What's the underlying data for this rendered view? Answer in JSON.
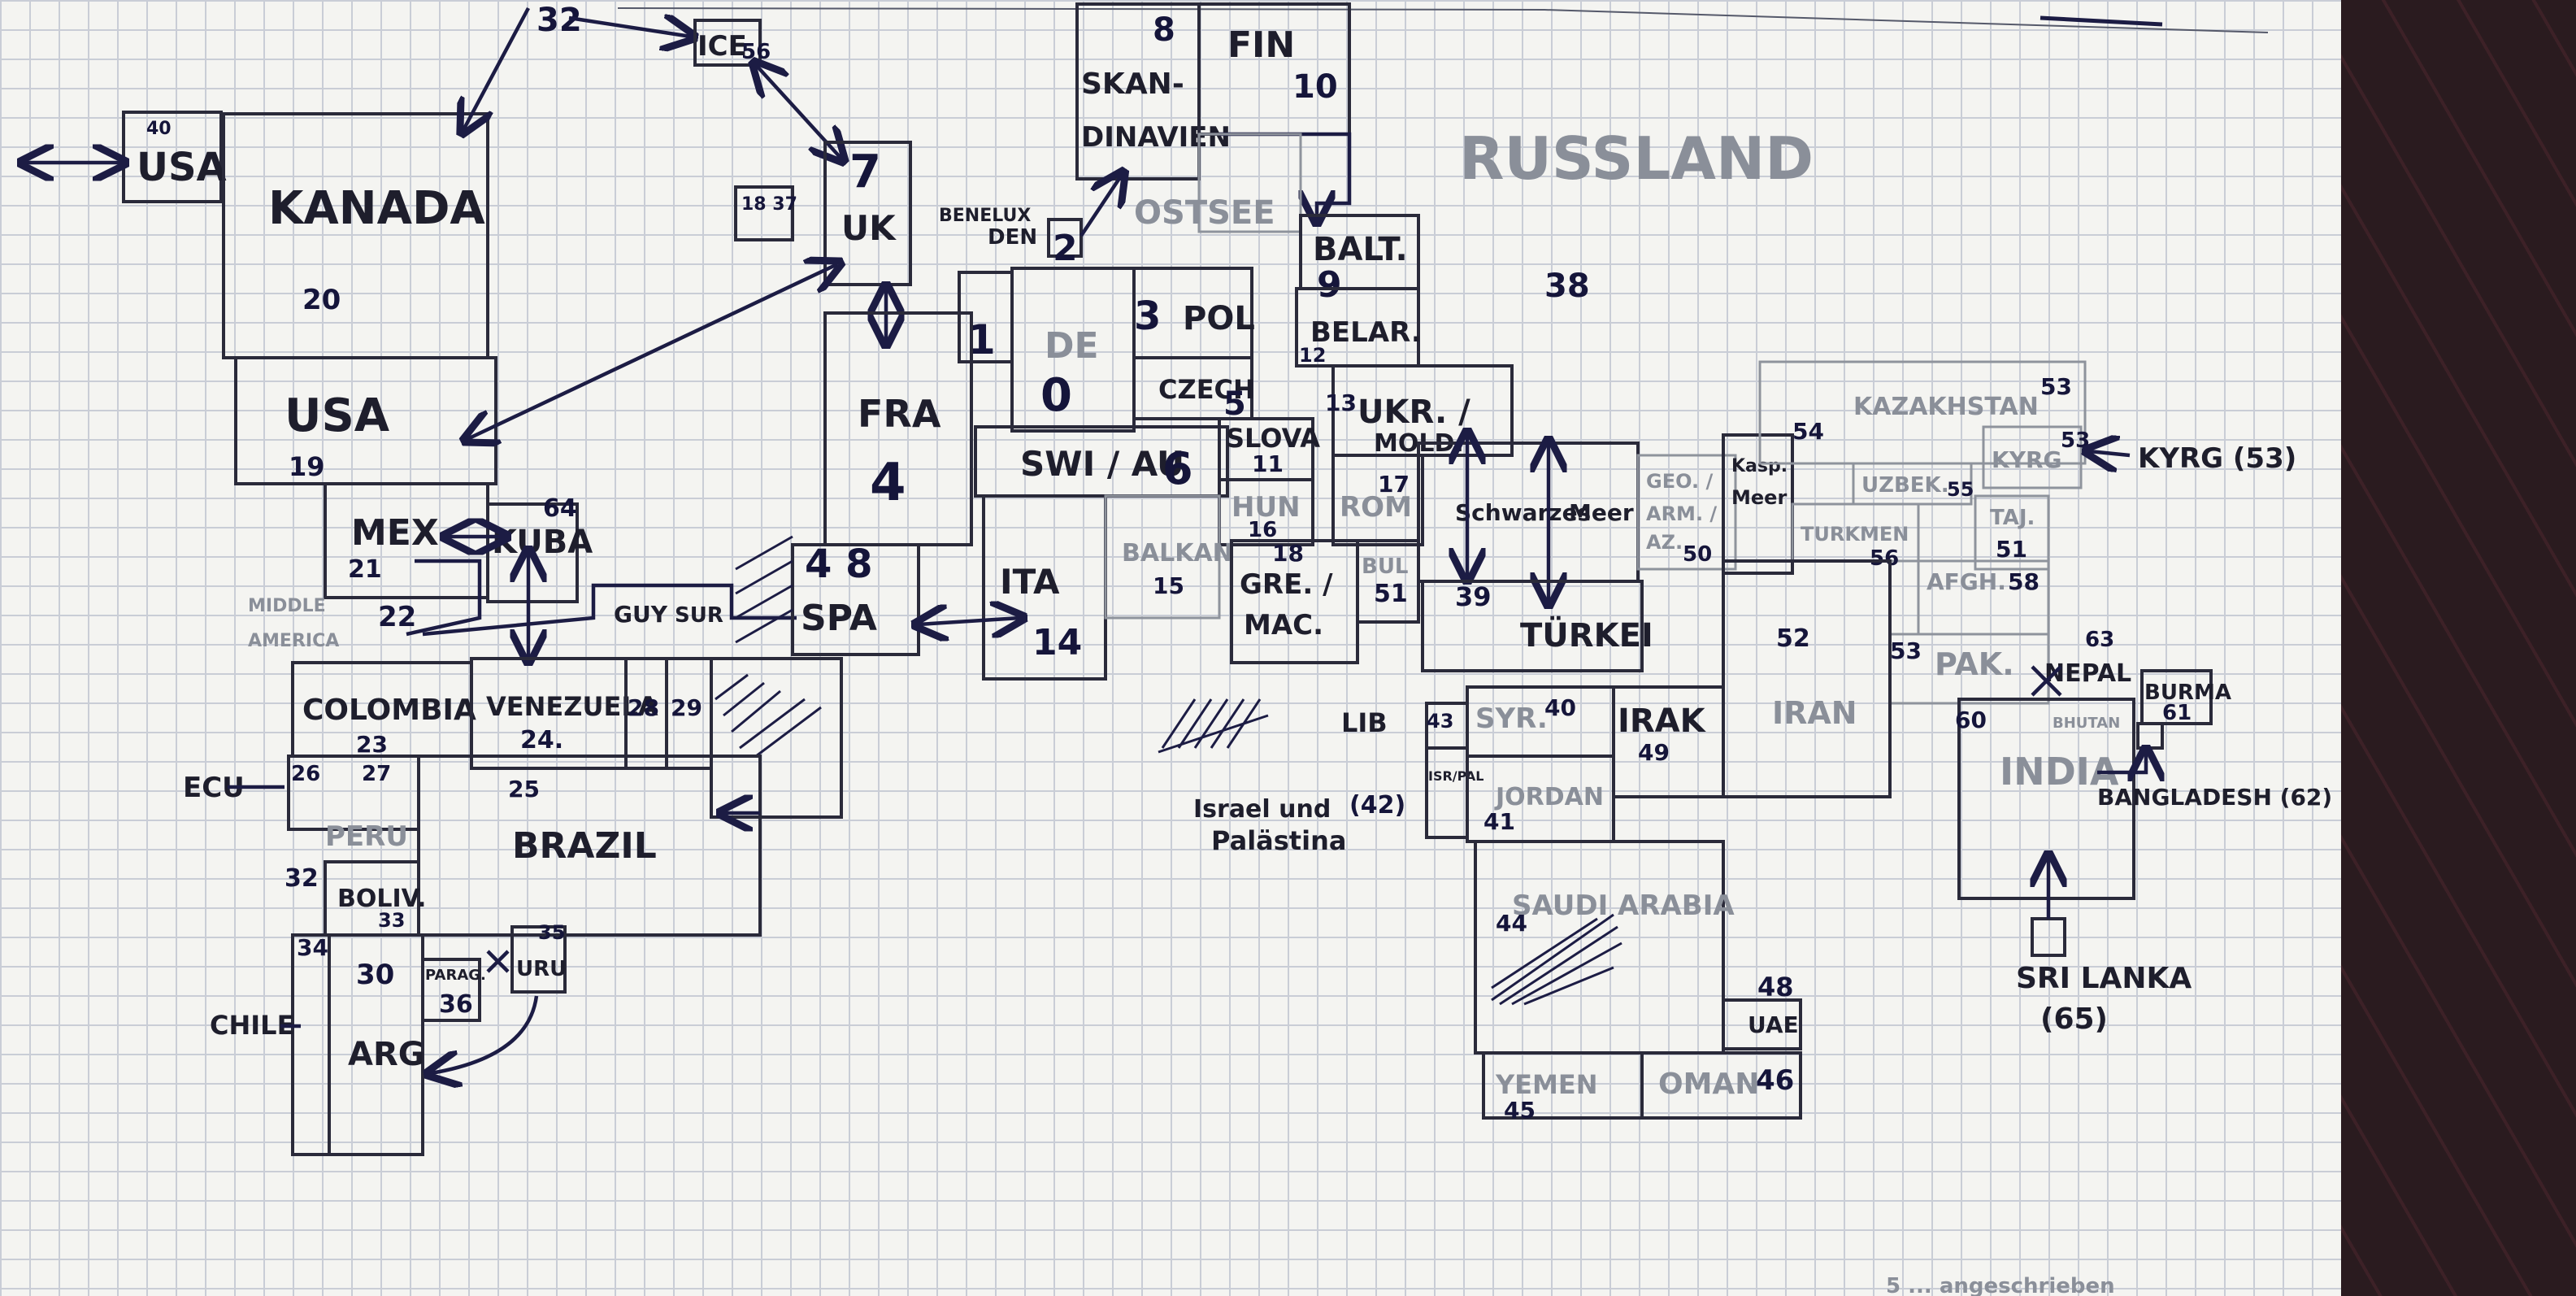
{
  "title": "RUSSLAND",
  "regions": {
    "usa_top": {
      "name": "USA",
      "num": "40"
    },
    "kanada": {
      "name": "KANADA",
      "num": "20"
    },
    "usa": {
      "name": "USA",
      "num": "19"
    },
    "mex": {
      "name": "MEX",
      "num": "21"
    },
    "kuba": {
      "name": "KUBA",
      "num": "64"
    },
    "middle_america": {
      "name": "MIDDLE AMERICA",
      "num": "22"
    },
    "colombia": {
      "name": "COLOMBIA",
      "num": "23"
    },
    "venezuela": {
      "name": "VENEZUELA",
      "num": "24."
    },
    "guy": {
      "name": "GUY",
      "num": "28"
    },
    "sur": {
      "name": "SUR",
      "num": "29"
    },
    "ecu": {
      "name": "ECU",
      "num": "26"
    },
    "peru": {
      "name": "PERU",
      "num": "27"
    },
    "brazil": {
      "name": "BRAZIL",
      "num": "25"
    },
    "boliv": {
      "name": "BOLIV.",
      "num": "33"
    },
    "chile": {
      "name": "CHILE",
      "num": "34"
    },
    "arg": {
      "name": "ARG",
      "num": "30"
    },
    "parag": {
      "name": "PARAG.",
      "num": "36"
    },
    "uru": {
      "name": "URU",
      "num": "35"
    },
    "chile_alt": {
      "num": "32"
    },
    "ice": {
      "name": "ICE",
      "num": "56"
    },
    "gl": {
      "num": "32"
    },
    "uk": {
      "name": "UK",
      "num": "7"
    },
    "irl": {
      "num": "18 37"
    },
    "skandinavien": {
      "name": "SKAN- DINAVIEN",
      "num": "8"
    },
    "fin": {
      "name": "FIN",
      "num": "10"
    },
    "baltikum": {
      "name": "BALT.",
      "num": "9"
    },
    "belar": {
      "name": "BELAR.",
      "num": "12"
    },
    "ostsee": {
      "name": "OSTSEE"
    },
    "den": {
      "name": "DEN",
      "num": "2"
    },
    "benelux": {
      "name": "BENELUX",
      "num": "1"
    },
    "de": {
      "name": "DE",
      "num": "0"
    },
    "pol": {
      "name": "POL",
      "num": "3"
    },
    "fra": {
      "name": "FRA",
      "num": "4"
    },
    "czech": {
      "name": "CZECH",
      "num": "5"
    },
    "swi_au": {
      "name": "SWI / AU",
      "num": "6"
    },
    "slova": {
      "name": "SLOVA",
      "num": "11"
    },
    "hun": {
      "name": "HUN",
      "num": "16"
    },
    "ukr": {
      "name": "UKR. / MOLD.",
      "num": "13"
    },
    "rom": {
      "name": "ROM",
      "num": "17"
    },
    "balkan": {
      "name": "BALKAN",
      "num": "15"
    },
    "gre": {
      "name": "GRE. / MAC.",
      "num": "18"
    },
    "bul": {
      "name": "BUL",
      "num": "51"
    },
    "spa": {
      "name": "SPA",
      "num": "4 8"
    },
    "ita": {
      "name": "ITA",
      "num": "14"
    },
    "schwarzes_meer": {
      "name": "Schwarzes Meer"
    },
    "geo": {
      "name": "GEO. / ARM. / AZ."
    },
    "turkei": {
      "name": "TÜRKEI",
      "num": "39"
    },
    "kasp_meer": {
      "name": "Kasp. Meer"
    },
    "kazakhstan": {
      "name": "KAZAKHSTAN",
      "num": "53"
    },
    "kyrg": {
      "name": "KYRG",
      "num": "53"
    },
    "kyrg_note": {
      "name": "KYRG (53)"
    },
    "uzbek": {
      "name": "UZBEK.",
      "num": "55"
    },
    "taj": {
      "name": "TAJ.",
      "num": "51"
    },
    "turkmen": {
      "name": "TURKMEN",
      "num": "56"
    },
    "afgh": {
      "name": "AFGH.",
      "num": "58"
    },
    "pak": {
      "name": "PAK.",
      "num": "53"
    },
    "nepal": {
      "name": "NEPAL",
      "num": "63"
    },
    "bhutan": {
      "name": "BHUTAN"
    },
    "india": {
      "name": "INDIA",
      "num": "60"
    },
    "burma": {
      "name": "BURMA",
      "num": "61"
    },
    "bangladesh": {
      "name": "BANGLADESH (62)"
    },
    "sri_lanka": {
      "name": "SRI LANKA",
      "num": "(65)"
    },
    "iran": {
      "name": "IRAN",
      "num": "52"
    },
    "caspian_num": {
      "num": "54"
    },
    "iran_num2": {
      "num": "50"
    },
    "irak": {
      "name": "IRAK",
      "num": "49"
    },
    "syr": {
      "name": "SYR.",
      "num": "40"
    },
    "libanon": {
      "name": "LIB",
      "num": "43"
    },
    "israel": {
      "name": "ISR/PAL"
    },
    "israel_note": {
      "name": "Israel und Palästina",
      "num": "(42)"
    },
    "jordan": {
      "name": "JORDAN",
      "num": "41"
    },
    "saudi": {
      "name": "SAUDI ARABIA",
      "num": "44"
    },
    "uae": {
      "name": "UAE",
      "num": "48"
    },
    "yemen": {
      "name": "YEMEN",
      "num": "45"
    },
    "oman": {
      "name": "OMAN",
      "num": "46"
    },
    "russland_num": {
      "num": "38"
    },
    "bottom_scribble": {
      "name": "5 ... angeschrieben"
    }
  },
  "colors": {
    "ink": "#1e1e2c",
    "blue_ink": "#15153a",
    "grid": "#c9cdd6",
    "paper": "#f4f4f1"
  }
}
